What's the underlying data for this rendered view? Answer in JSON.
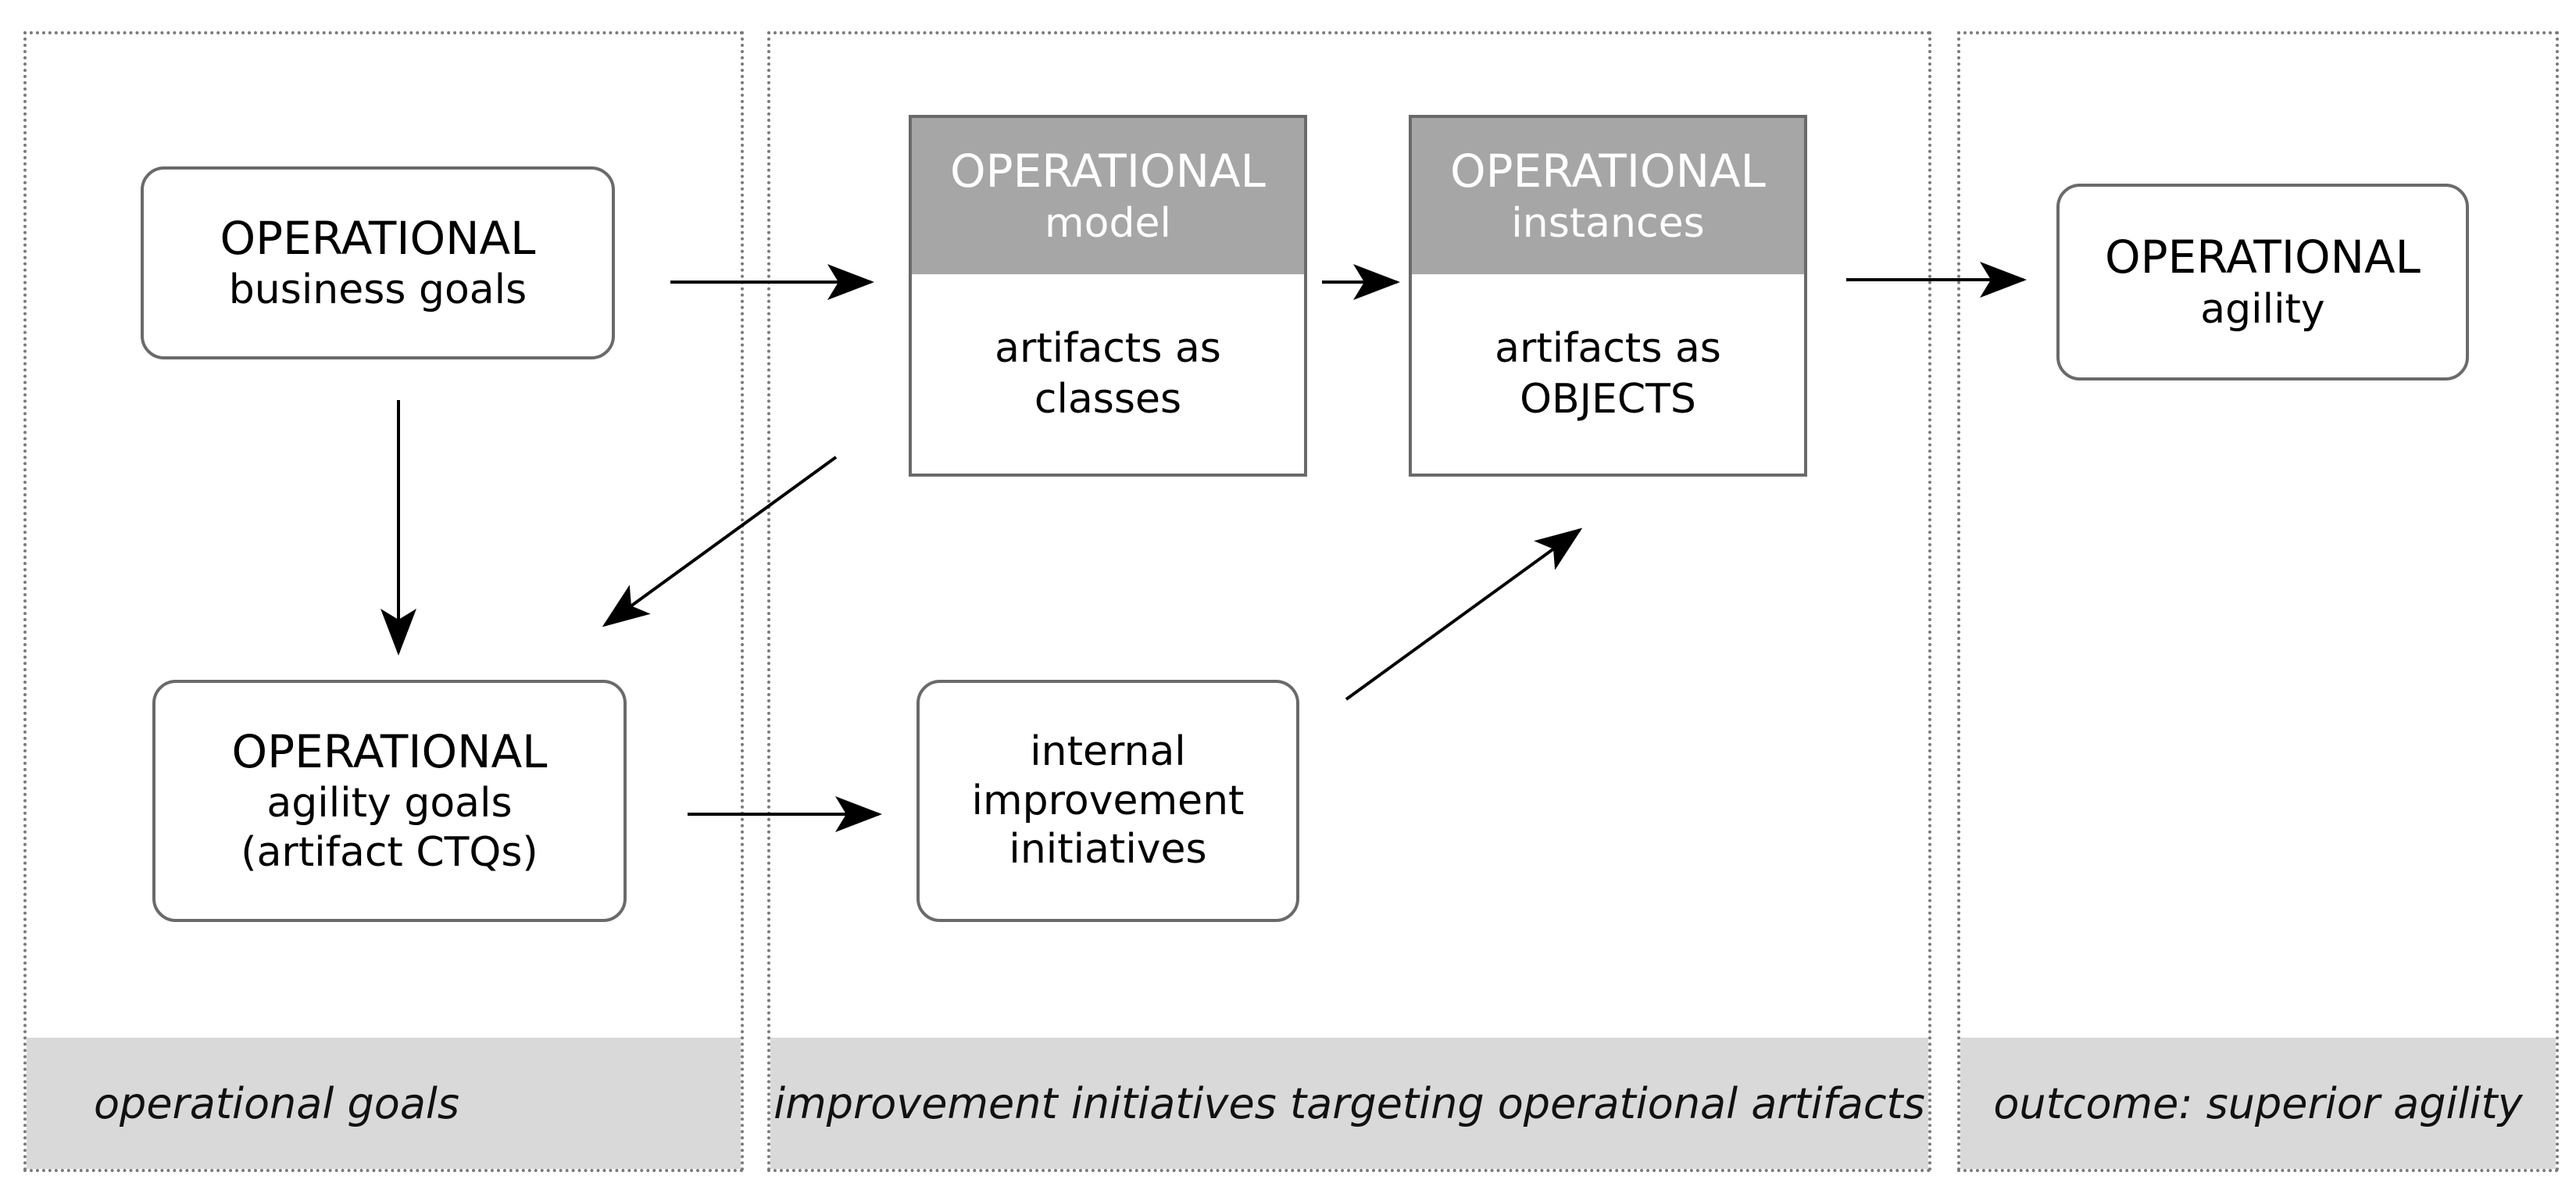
{
  "panels": {
    "goals_footer": "operational goals",
    "initiatives_footer": "improvement initiatives targeting operational artifacts",
    "outcome_footer": "outcome: superior agility"
  },
  "boxes": {
    "business_goals": {
      "line1": "OPERATIONAL",
      "line2": "business goals"
    },
    "agility_goals": {
      "line1": "OPERATIONAL",
      "line2": "agility goals",
      "line3": "(artifact CTQs)"
    },
    "improvement": {
      "line1": "internal",
      "line2": "improvement",
      "line3": "initiatives"
    },
    "model": {
      "head1": "OPERATIONAL",
      "head2": "model",
      "body1": "artifacts as",
      "body2": "classes"
    },
    "instances": {
      "head1": "OPERATIONAL",
      "head2": "instances",
      "body1": "artifacts as",
      "body2": "OBJECTS"
    },
    "agility": {
      "line1": "OPERATIONAL",
      "line2": "agility"
    }
  },
  "colors": {
    "panel_footer": "#d9d9d9",
    "box_header": "#a6a6a6",
    "box_border": "#6a6a6a",
    "arrow": "#000000"
  }
}
